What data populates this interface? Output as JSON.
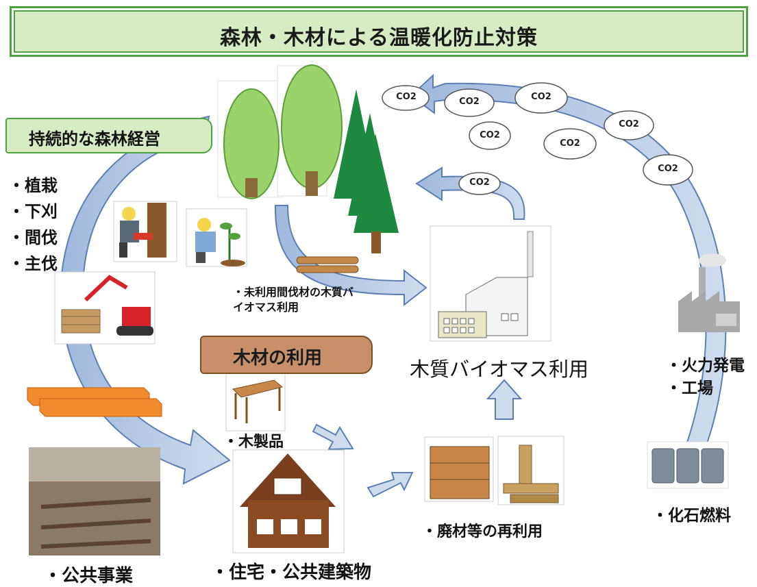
{
  "title": "森林・木材による温暖化防止対策",
  "banners": {
    "forest_management": "持続的な森林経営",
    "wood_use": "木材の利用"
  },
  "forest_tasks": [
    "・植栽",
    "・下刈",
    "・間伐",
    "・主伐"
  ],
  "labels": {
    "unused_thinning": "・未利用間伐材の木質バ\nイオマス利用",
    "woody_biomass": "木質バイオマス利用",
    "power_factory": "・火力発電\n・工場",
    "fossil_fuel": "・化石燃料",
    "wood_products": "・木製品",
    "public_works": "・公共事業",
    "housing": "・住宅・公共建築物",
    "waste_reuse": "・廃材等の再利用"
  },
  "co2_label": "CO2",
  "colors": {
    "title_fill": "#d8ecc4",
    "title_border": "#4ea240",
    "arrow_fill": "#b9cde6",
    "arrow_stroke": "#5a7fb5",
    "green_banner": "#d8ecc4",
    "brown_banner": "#c8906a"
  }
}
